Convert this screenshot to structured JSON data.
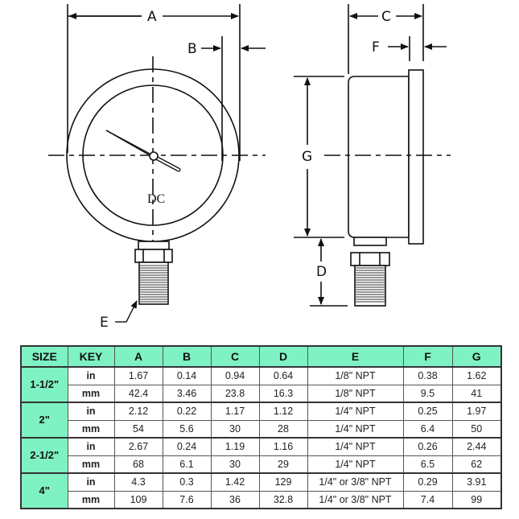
{
  "diagram": {
    "front_view": {
      "dimension_labels": [
        "A",
        "B",
        "E"
      ],
      "center_label": "DC"
    },
    "side_view": {
      "dimension_labels": [
        "C",
        "F",
        "G",
        "D"
      ]
    }
  },
  "table": {
    "headers": [
      "SIZE",
      "KEY",
      "A",
      "B",
      "C",
      "D",
      "E",
      "F",
      "G"
    ],
    "header_color": "#7ff2c4",
    "groups": [
      {
        "size": "1-1/2\"",
        "rows": [
          {
            "key": "in",
            "A": "1.67",
            "B": "0.14",
            "C": "0.94",
            "D": "0.64",
            "E": "1/8\" NPT",
            "F": "0.38",
            "G": "1.62"
          },
          {
            "key": "mm",
            "A": "42.4",
            "B": "3.46",
            "C": "23.8",
            "D": "16.3",
            "E": "1/8\" NPT",
            "F": "9.5",
            "G": "41"
          }
        ]
      },
      {
        "size": "2\"",
        "rows": [
          {
            "key": "in",
            "A": "2.12",
            "B": "0.22",
            "C": "1.17",
            "D": "1.12",
            "E": "1/4\" NPT",
            "F": "0.25",
            "G": "1.97"
          },
          {
            "key": "mm",
            "A": "54",
            "B": "5.6",
            "C": "30",
            "D": "28",
            "E": "1/4\" NPT",
            "F": "6.4",
            "G": "50"
          }
        ]
      },
      {
        "size": "2-1/2\"",
        "rows": [
          {
            "key": "in",
            "A": "2.67",
            "B": "0.24",
            "C": "1.19",
            "D": "1.16",
            "E": "1/4\" NPT",
            "F": "0.26",
            "G": "2.44"
          },
          {
            "key": "mm",
            "A": "68",
            "B": "6.1",
            "C": "30",
            "D": "29",
            "E": "1/4\" NPT",
            "F": "6.5",
            "G": "62"
          }
        ]
      },
      {
        "size": "4\"",
        "rows": [
          {
            "key": "in",
            "A": "4.3",
            "B": "0.3",
            "C": "1.42",
            "D": "129",
            "E": "1/4\" or 3/8\" NPT",
            "F": "0.29",
            "G": "3.91"
          },
          {
            "key": "mm",
            "A": "109",
            "B": "7.6",
            "C": "36",
            "D": "32.8",
            "E": "1/4\" or 3/8\" NPT",
            "F": "7.4",
            "G": "99"
          }
        ]
      }
    ]
  }
}
